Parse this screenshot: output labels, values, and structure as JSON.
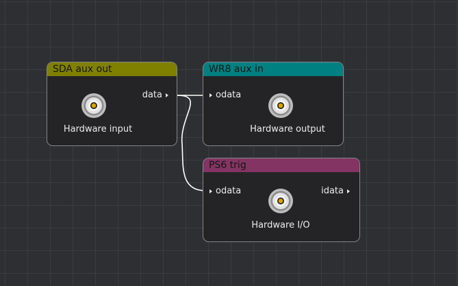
{
  "canvas": {
    "background": "#2e2f33",
    "grid_color": "#3b3c41",
    "wire_color": "#ffffff"
  },
  "nodes": {
    "sda": {
      "title": "SDA aux out",
      "header_color": "#808000",
      "output_port": "data",
      "device_label": "Hardware input",
      "connector_icon": "bnc-connector-icon"
    },
    "wr8": {
      "title": "WR8 aux in",
      "header_color": "#008080",
      "input_port": "odata",
      "device_label": "Hardware output",
      "connector_icon": "bnc-connector-icon"
    },
    "ps6": {
      "title": "PS6 trig",
      "header_color": "#833462",
      "input_port": "odata",
      "output_port": "idata",
      "device_label": "Hardware I/O",
      "connector_icon": "bnc-connector-icon"
    }
  },
  "connections": [
    {
      "from": "SDA aux out.data",
      "to": "WR8 aux in.odata"
    },
    {
      "from": "SDA aux out.data",
      "to": "PS6 trig.odata"
    }
  ]
}
